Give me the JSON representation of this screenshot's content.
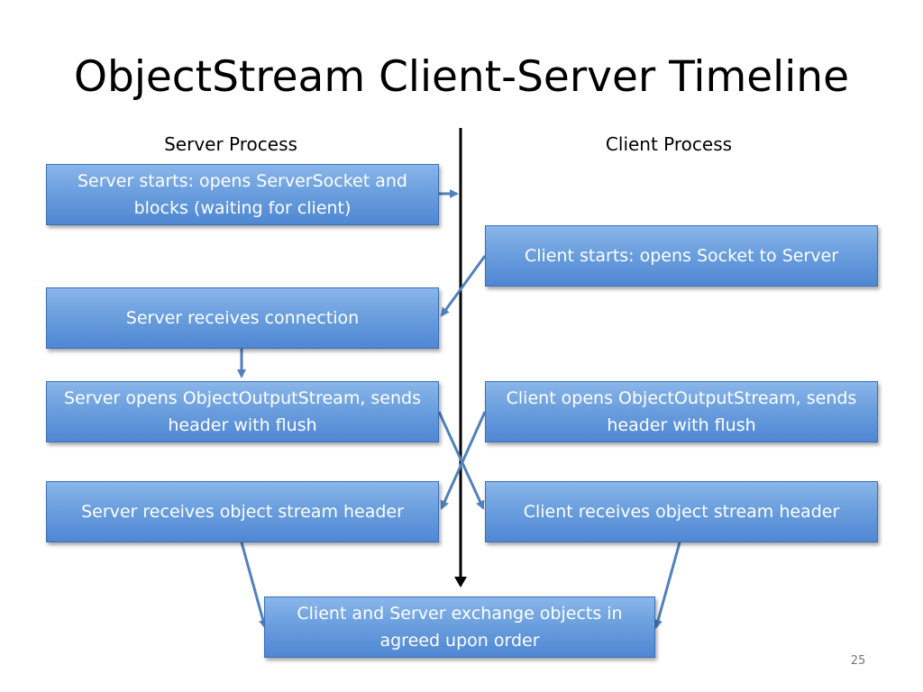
{
  "title": "ObjectStream Client-Server Timeline",
  "columns": {
    "server": "Server Process",
    "client": "Client Process"
  },
  "boxes": {
    "server_start": "Server starts: opens ServerSocket and blocks (waiting for client)",
    "client_start": "Client starts: opens Socket to Server",
    "server_receives_connection": "Server receives connection",
    "server_opens_stream": "Server opens ObjectOutputStream, sends header with flush",
    "client_opens_stream": "Client opens ObjectOutputStream, sends header with flush",
    "server_receives_header": "Server receives object stream header",
    "client_receives_header": "Client receives object stream header",
    "exchange": "Client and Server exchange objects in agreed upon order"
  },
  "colors": {
    "box_fill": "#6b9fde",
    "box_border": "#3b6fb8",
    "arrow": "#4f81bd",
    "timeline": "#000000"
  },
  "page_number": "25"
}
